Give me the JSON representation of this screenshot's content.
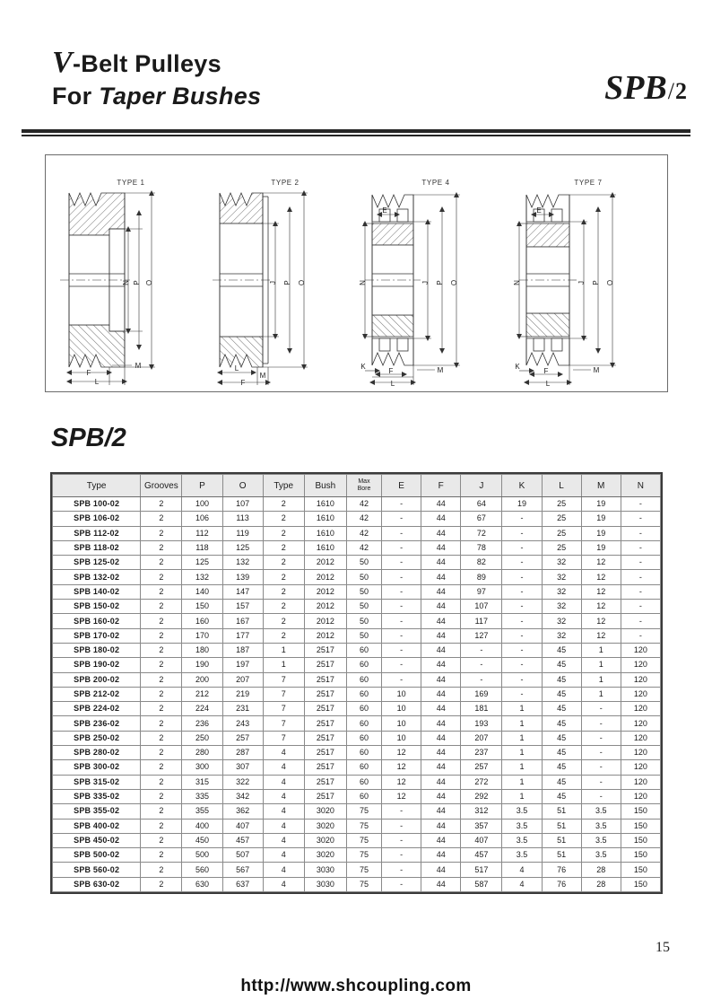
{
  "header": {
    "title_v": "V",
    "title_line1_rest": "-Belt  Pulleys",
    "title_line2_prefix": "For ",
    "title_line2_ital": "Taper Bushes",
    "brand_main": "SPB",
    "brand_slash": "/",
    "brand_num": "2"
  },
  "diagrams": {
    "items": [
      {
        "label": "TYPE 1",
        "dims": [
          "N",
          "P",
          "O",
          "M",
          "F",
          "L"
        ]
      },
      {
        "label": "TYPE 2",
        "dims": [
          "J",
          "P",
          "O",
          "L",
          "M",
          "F"
        ]
      },
      {
        "label": "TYPE 4",
        "dims": [
          "E",
          "N",
          "J",
          "P",
          "O",
          "K",
          "M",
          "F",
          "L"
        ]
      },
      {
        "label": "TYPE 7",
        "dims": [
          "E",
          "N",
          "J",
          "P",
          "O",
          "K",
          "M",
          "F",
          "L"
        ]
      }
    ]
  },
  "section": {
    "title": "SPB/2"
  },
  "table": {
    "headers": [
      "Type",
      "Grooves",
      "P",
      "O",
      "Type",
      "Bush",
      "Max Bore",
      "E",
      "F",
      "J",
      "K",
      "L",
      "M",
      "N"
    ],
    "header_bore_line1": "Max",
    "header_bore_line2": "Bore",
    "rows": [
      [
        "SPB 100-02",
        "2",
        "100",
        "107",
        "2",
        "1610",
        "42",
        "-",
        "44",
        "64",
        "19",
        "25",
        "19",
        "-"
      ],
      [
        "SPB 106-02",
        "2",
        "106",
        "113",
        "2",
        "1610",
        "42",
        "-",
        "44",
        "67",
        "-",
        "25",
        "19",
        "-"
      ],
      [
        "SPB 112-02",
        "2",
        "112",
        "119",
        "2",
        "1610",
        "42",
        "-",
        "44",
        "72",
        "-",
        "25",
        "19",
        "-"
      ],
      [
        "SPB 118-02",
        "2",
        "118",
        "125",
        "2",
        "1610",
        "42",
        "-",
        "44",
        "78",
        "-",
        "25",
        "19",
        "-"
      ],
      [
        "SPB 125-02",
        "2",
        "125",
        "132",
        "2",
        "2012",
        "50",
        "-",
        "44",
        "82",
        "-",
        "32",
        "12",
        "-"
      ],
      [
        "SPB 132-02",
        "2",
        "132",
        "139",
        "2",
        "2012",
        "50",
        "-",
        "44",
        "89",
        "-",
        "32",
        "12",
        "-"
      ],
      [
        "SPB 140-02",
        "2",
        "140",
        "147",
        "2",
        "2012",
        "50",
        "-",
        "44",
        "97",
        "-",
        "32",
        "12",
        "-"
      ],
      [
        "SPB 150-02",
        "2",
        "150",
        "157",
        "2",
        "2012",
        "50",
        "-",
        "44",
        "107",
        "-",
        "32",
        "12",
        "-"
      ],
      [
        "SPB 160-02",
        "2",
        "160",
        "167",
        "2",
        "2012",
        "50",
        "-",
        "44",
        "117",
        "-",
        "32",
        "12",
        "-"
      ],
      [
        "SPB 170-02",
        "2",
        "170",
        "177",
        "2",
        "2012",
        "50",
        "-",
        "44",
        "127",
        "-",
        "32",
        "12",
        "-"
      ],
      [
        "SPB 180-02",
        "2",
        "180",
        "187",
        "1",
        "2517",
        "60",
        "-",
        "44",
        "-",
        "-",
        "45",
        "1",
        "120"
      ],
      [
        "SPB 190-02",
        "2",
        "190",
        "197",
        "1",
        "2517",
        "60",
        "-",
        "44",
        "-",
        "-",
        "45",
        "1",
        "120"
      ],
      [
        "SPB 200-02",
        "2",
        "200",
        "207",
        "7",
        "2517",
        "60",
        "-",
        "44",
        "-",
        "-",
        "45",
        "1",
        "120"
      ],
      [
        "SPB 212-02",
        "2",
        "212",
        "219",
        "7",
        "2517",
        "60",
        "10",
        "44",
        "169",
        "-",
        "45",
        "1",
        "120"
      ],
      [
        "SPB 224-02",
        "2",
        "224",
        "231",
        "7",
        "2517",
        "60",
        "10",
        "44",
        "181",
        "1",
        "45",
        "-",
        "120"
      ],
      [
        "SPB 236-02",
        "2",
        "236",
        "243",
        "7",
        "2517",
        "60",
        "10",
        "44",
        "193",
        "1",
        "45",
        "-",
        "120"
      ],
      [
        "SPB 250-02",
        "2",
        "250",
        "257",
        "7",
        "2517",
        "60",
        "10",
        "44",
        "207",
        "1",
        "45",
        "-",
        "120"
      ],
      [
        "SPB 280-02",
        "2",
        "280",
        "287",
        "4",
        "2517",
        "60",
        "12",
        "44",
        "237",
        "1",
        "45",
        "-",
        "120"
      ],
      [
        "SPB 300-02",
        "2",
        "300",
        "307",
        "4",
        "2517",
        "60",
        "12",
        "44",
        "257",
        "1",
        "45",
        "-",
        "120"
      ],
      [
        "SPB 315-02",
        "2",
        "315",
        "322",
        "4",
        "2517",
        "60",
        "12",
        "44",
        "272",
        "1",
        "45",
        "-",
        "120"
      ],
      [
        "SPB 335-02",
        "2",
        "335",
        "342",
        "4",
        "2517",
        "60",
        "12",
        "44",
        "292",
        "1",
        "45",
        "-",
        "120"
      ],
      [
        "SPB 355-02",
        "2",
        "355",
        "362",
        "4",
        "3020",
        "75",
        "-",
        "44",
        "312",
        "3.5",
        "51",
        "3.5",
        "150"
      ],
      [
        "SPB 400-02",
        "2",
        "400",
        "407",
        "4",
        "3020",
        "75",
        "-",
        "44",
        "357",
        "3.5",
        "51",
        "3.5",
        "150"
      ],
      [
        "SPB 450-02",
        "2",
        "450",
        "457",
        "4",
        "3020",
        "75",
        "-",
        "44",
        "407",
        "3.5",
        "51",
        "3.5",
        "150"
      ],
      [
        "SPB 500-02",
        "2",
        "500",
        "507",
        "4",
        "3020",
        "75",
        "-",
        "44",
        "457",
        "3.5",
        "51",
        "3.5",
        "150"
      ],
      [
        "SPB 560-02",
        "2",
        "560",
        "567",
        "4",
        "3030",
        "75",
        "-",
        "44",
        "517",
        "4",
        "76",
        "28",
        "150"
      ],
      [
        "SPB 630-02",
        "2",
        "630",
        "637",
        "4",
        "3030",
        "75",
        "-",
        "44",
        "587",
        "4",
        "76",
        "28",
        "150"
      ]
    ]
  },
  "footer": {
    "page_number": "15",
    "url": "http://www.shcoupling.com"
  }
}
